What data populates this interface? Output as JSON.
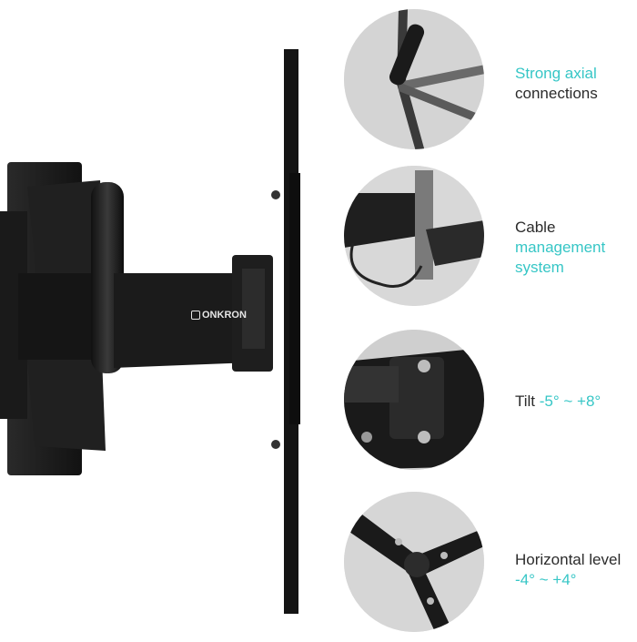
{
  "brand": {
    "logo_text": "ONKRON"
  },
  "colors": {
    "accent": "#36c6c6",
    "text": "#2b2b2b",
    "metal": "#1c1c1c",
    "circle_bg": "#d9d9d9"
  },
  "features": [
    {
      "line1_accent": "Strong axial",
      "line2": "connections"
    },
    {
      "line1": "Cable",
      "line2_accent": "management",
      "line3_accent": "system"
    },
    {
      "label": "Tilt",
      "value_accent": "-5° ~ +8°"
    },
    {
      "label": "Horizontal level",
      "value_accent": "-4° ~ +4°"
    }
  ]
}
